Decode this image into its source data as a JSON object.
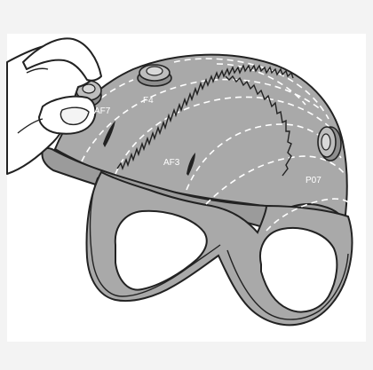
{
  "labels": {
    "af7": "AF7",
    "f4": "F4",
    "af3": "AF3",
    "p07": "P07"
  },
  "colors": {
    "cap_fill": "#a9a9a9",
    "cap_shadow": "#8e8e8e",
    "outline": "#222222",
    "dashes": "#ffffff",
    "skin": "#ffffff"
  }
}
